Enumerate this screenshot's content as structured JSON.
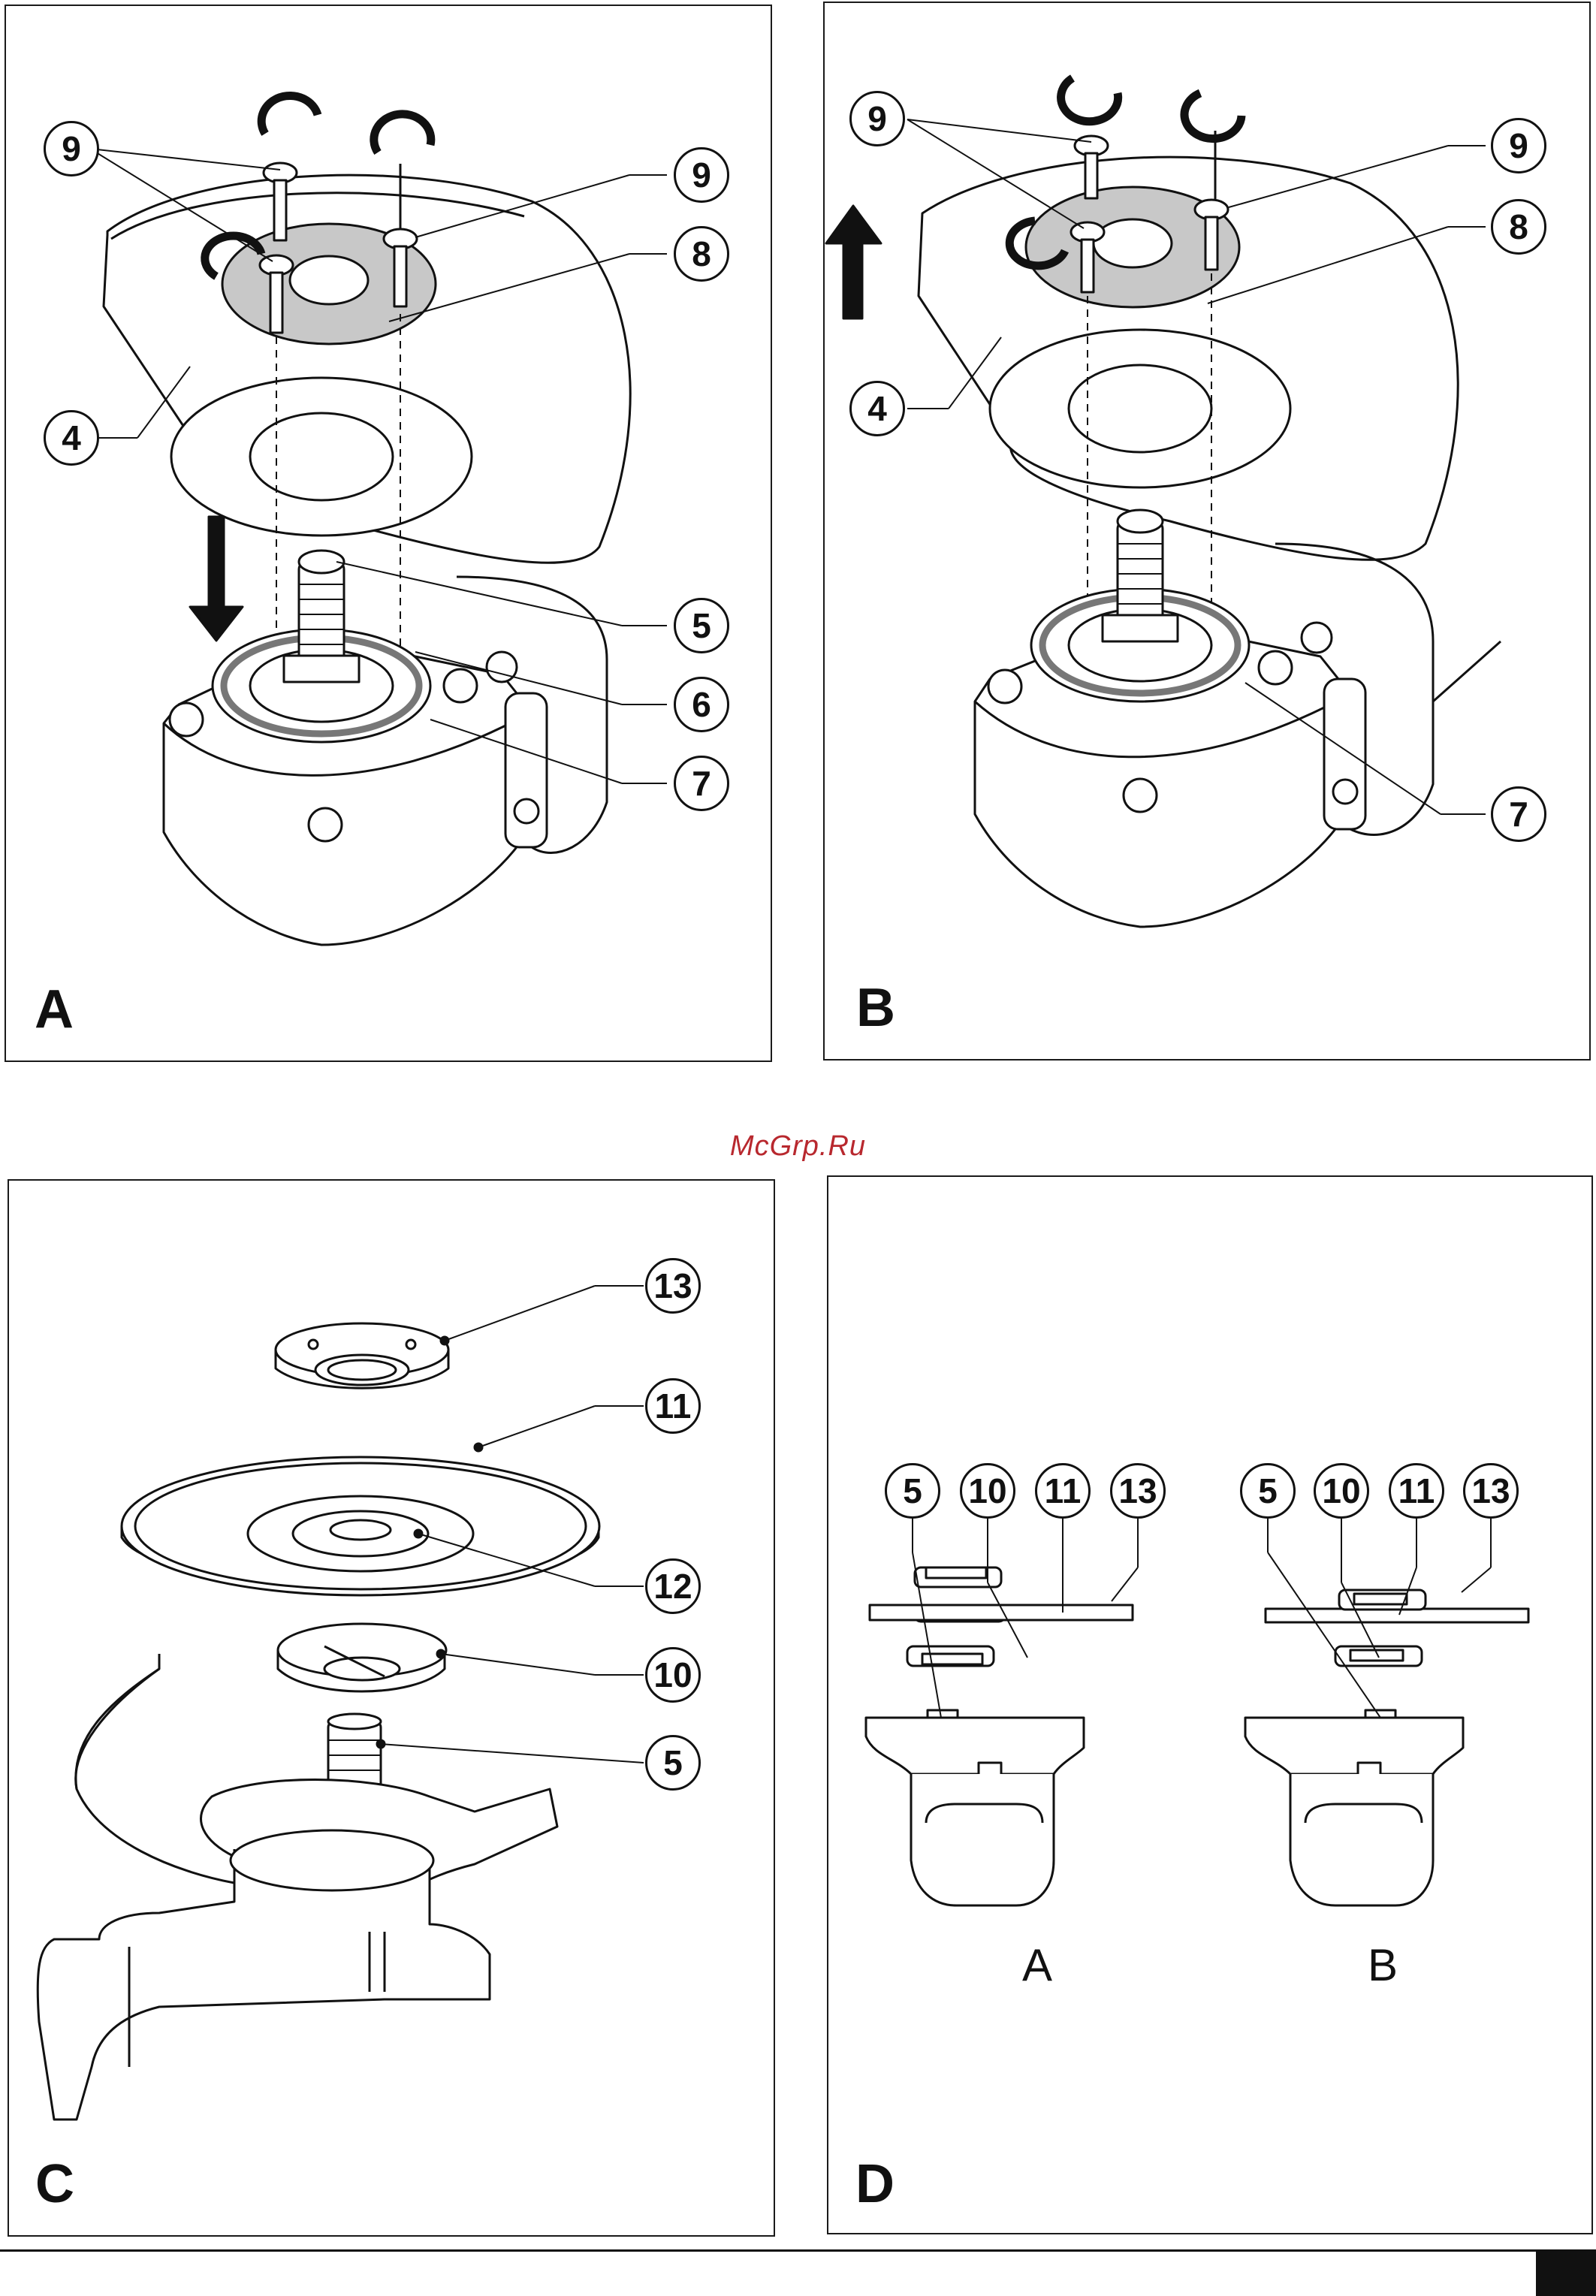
{
  "watermark": "McGrp.Ru",
  "panels": {
    "A": {
      "letter": "A",
      "callouts": {
        "c9a": "9",
        "c9b": "9",
        "c8": "8",
        "c4": "4",
        "c5": "5",
        "c6": "6",
        "c7": "7"
      }
    },
    "B": {
      "letter": "B",
      "callouts": {
        "c9a": "9",
        "c9b": "9",
        "c8": "8",
        "c4": "4",
        "c7": "7"
      }
    },
    "C": {
      "letter": "C",
      "callouts": {
        "c13": "13",
        "c11": "11",
        "c12": "12",
        "c10": "10",
        "c5": "5"
      }
    },
    "D": {
      "letter": "D",
      "sub_a": {
        "label": "A",
        "callouts": [
          "5",
          "10",
          "11",
          "13"
        ]
      },
      "sub_b": {
        "label": "B",
        "callouts": [
          "5",
          "10",
          "11",
          "13"
        ]
      }
    }
  },
  "colors": {
    "line": "#111111",
    "plate": "#c8c8c8",
    "watermark": "#b8282e"
  }
}
